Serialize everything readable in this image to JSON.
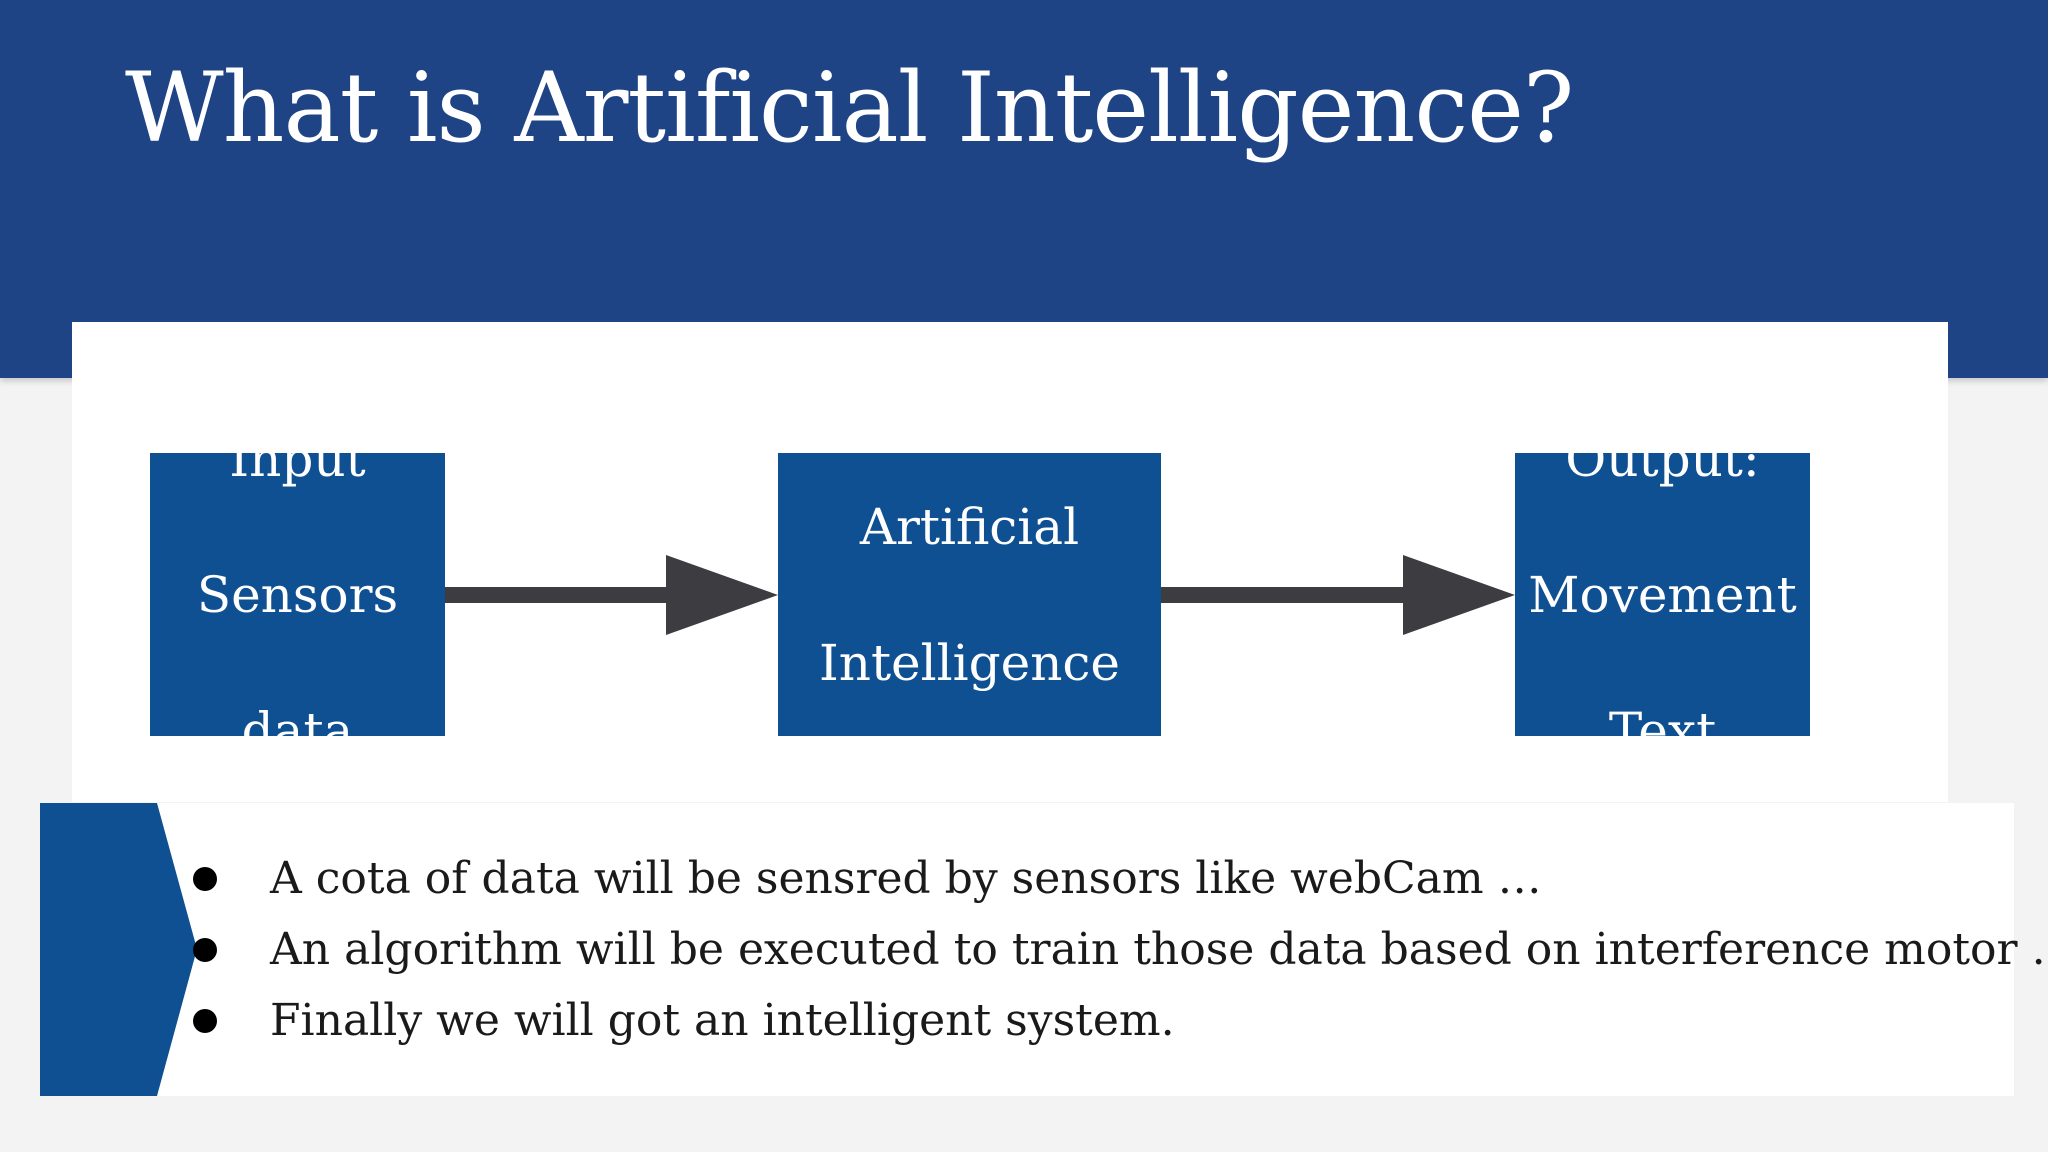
{
  "title": "What is Artificial Intelligence?",
  "diagram": {
    "nodes": [
      {
        "id": "input",
        "lines": [
          "Input",
          "Sensors",
          "data"
        ]
      },
      {
        "id": "ai",
        "lines": [
          "Artificial",
          "Intelligence"
        ]
      },
      {
        "id": "output",
        "lines": [
          "Output:",
          "Movement",
          "Text"
        ]
      }
    ],
    "edges": [
      {
        "from": "input",
        "to": "ai"
      },
      {
        "from": "ai",
        "to": "output"
      }
    ]
  },
  "bullets": [
    "A cota of data will be sensred by sensors like webCam …",
    "An algorithm will be executed to train those data based on interference motor .",
    "Finally we will got an intelligent system."
  ],
  "colors": {
    "header": "#1e4485",
    "box": "#0f5093",
    "arrow": "#3d3c40",
    "chevron": "#0f5093"
  }
}
